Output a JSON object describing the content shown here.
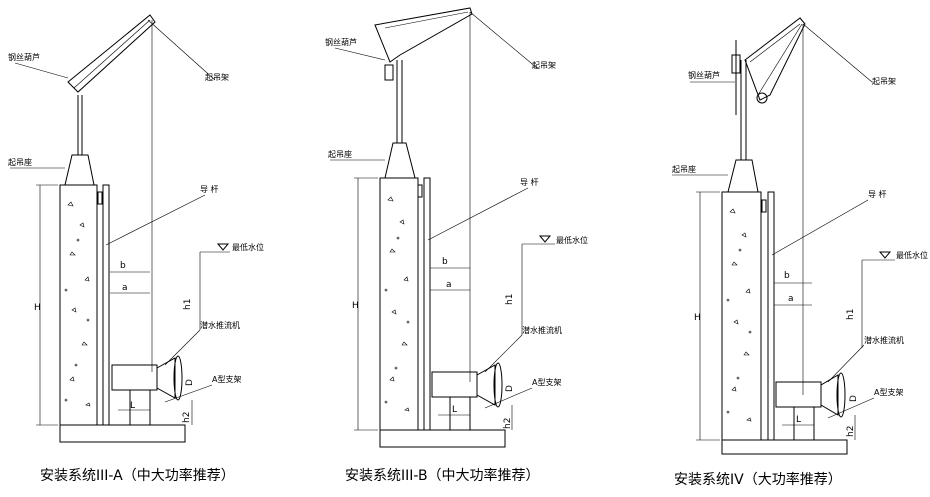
{
  "panels": [
    {
      "caption": "安装系统III-A（中大功率推荐）",
      "labels": {
        "hoist": "钢丝葫芦",
        "crane": "起吊架",
        "base": "起吊座",
        "rod": "导 杆",
        "water": "最低水位",
        "mixer": "潜水推流机",
        "bracket": "A型支架"
      },
      "dims": {
        "H": "H",
        "h1": "h1",
        "h2": "h2",
        "D": "D",
        "L": "L",
        "a": "a",
        "b": "b"
      }
    },
    {
      "caption": "安装系统III-B（中大功率推荐）",
      "labels": {
        "hoist": "钢丝葫芦",
        "crane": "起吊架",
        "base": "起吊座",
        "rod": "导 杆",
        "water": "最低水位",
        "mixer": "潜水推流机",
        "bracket": "A型支架"
      },
      "dims": {
        "H": "H",
        "h1": "h1",
        "h2": "h2",
        "D": "D",
        "L": "L",
        "a": "a",
        "b": "b"
      }
    },
    {
      "caption": "安装系统IV（大功率推荐）",
      "labels": {
        "hoist": "钢丝葫芦",
        "crane": "起吊架",
        "base": "起吊座",
        "rod": "导 杆",
        "water": "最低水位",
        "mixer": "潜水推流机",
        "bracket": "A型支架"
      },
      "dims": {
        "H": "H",
        "h1": "h1",
        "h2": "h2",
        "D": "D",
        "L": "L",
        "a": "a",
        "b": "b"
      }
    }
  ]
}
